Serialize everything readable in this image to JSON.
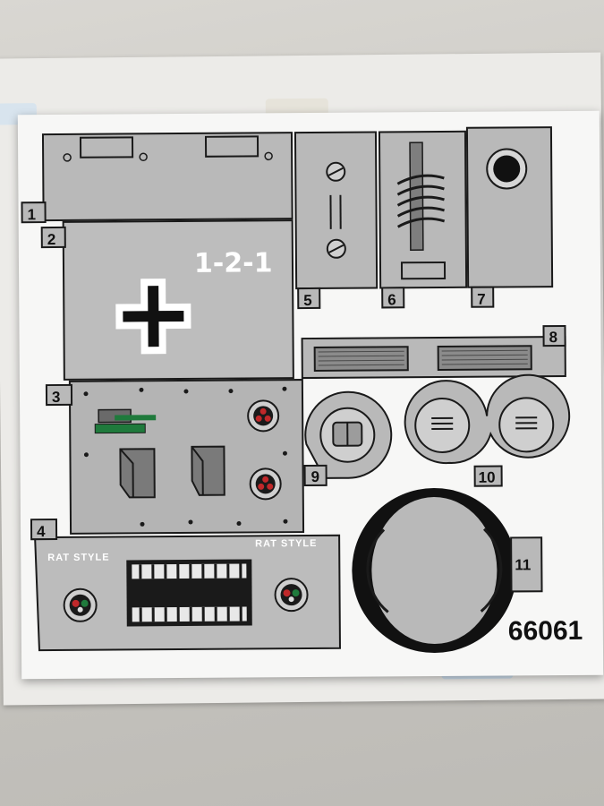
{
  "sticker_sheet": {
    "marking": "1-2-1",
    "brand_left": "RAT STYLE",
    "brand_right": "RAT STYLE",
    "product_code": "66061",
    "labels": {
      "n1": "1",
      "n2": "2",
      "n3": "3",
      "n4": "4",
      "n5": "5",
      "n6": "6",
      "n7": "7",
      "n8": "8",
      "n9": "9",
      "n10": "10",
      "n11": "11"
    }
  },
  "colors": {
    "panel_grey": "#b9b9b9",
    "outline": "#1a1a1a",
    "accent_red": "#c0282a",
    "accent_green": "#1f7a3c",
    "cross_black": "#111111",
    "cross_white": "#ffffff"
  }
}
